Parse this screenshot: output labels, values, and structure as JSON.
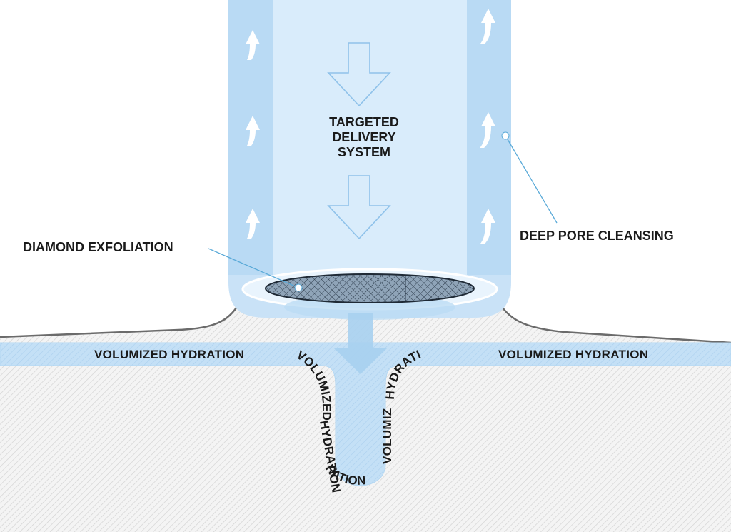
{
  "colors": {
    "tube_fill": "#c9e2f7",
    "tube_edge": "#a8d0f0",
    "tube_core": "#d9ecfb",
    "arrow_outline": "#8fc2ea",
    "channel": "#bcdcf4",
    "skin_hatch": "#cfcfcf",
    "skin_line": "#6b6b6b",
    "leader": "#5aaad8"
  },
  "icons": {
    "up_arrows": "curved-up-arrow-icon",
    "down_arrows": "down-arrow-outline-icon",
    "flow_arrow": "down-arrow-solid-icon",
    "exfoliation_tip": "diamond-tip-mesh-icon"
  },
  "labels": {
    "delivery": [
      "TARGETED",
      "DELIVERY",
      "SYSTEM"
    ],
    "exfoliation": "DIAMOND EXFOLIATION",
    "cleansing": "DEEP PORE CLEANSING"
  },
  "hydration": {
    "left": "VOLUMIZED HYDRATION",
    "right": "VOLUMIZED HYDRATION",
    "pore_left_top": "VOLUMIZED",
    "pore_left_down": "HYDRATION",
    "pore_bottom": "RATION",
    "pore_right_up": "VOLUMIZED",
    "pore_right_top": "HYDRATION"
  }
}
